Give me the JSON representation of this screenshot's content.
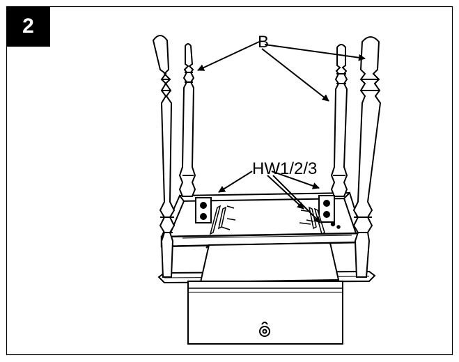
{
  "step": {
    "number": "2"
  },
  "labels": {
    "legs": "B",
    "hardware": "HW1/2/3"
  },
  "colors": {
    "badge": "#000000",
    "line": "#000000",
    "background": "#ffffff"
  }
}
